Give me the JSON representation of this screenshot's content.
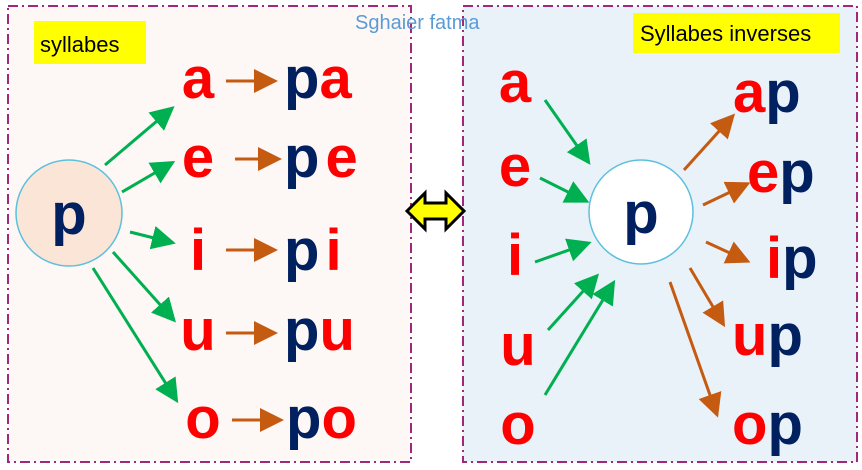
{
  "author": "Sghaier fatma",
  "left": {
    "label": "syllabes",
    "consonant": "p",
    "rows": [
      {
        "vowel": "a",
        "result_c": "p",
        "result_v": "a"
      },
      {
        "vowel": "e",
        "result_c": "p",
        "result_v": "e"
      },
      {
        "vowel": "i",
        "result_c": "p",
        "result_v": "i"
      },
      {
        "vowel": "u",
        "result_c": "p",
        "result_v": "u"
      },
      {
        "vowel": "o",
        "result_c": "p",
        "result_v": "o"
      }
    ]
  },
  "right": {
    "label": "Syllabes inverses",
    "consonant": "p",
    "vowels": [
      "a",
      "e",
      "i",
      "u",
      "o"
    ],
    "results": [
      {
        "v": "a",
        "c": "p"
      },
      {
        "v": "e",
        "c": "p"
      },
      {
        "v": "i",
        "c": "p"
      },
      {
        "v": "u",
        "c": "p"
      },
      {
        "v": "o",
        "c": "p"
      }
    ]
  },
  "colors": {
    "vowel": "#ff0000",
    "consonant": "#002060",
    "arrow_in": "#00b050",
    "arrow_out": "#c55a11",
    "label_bg": "#ffff00"
  }
}
